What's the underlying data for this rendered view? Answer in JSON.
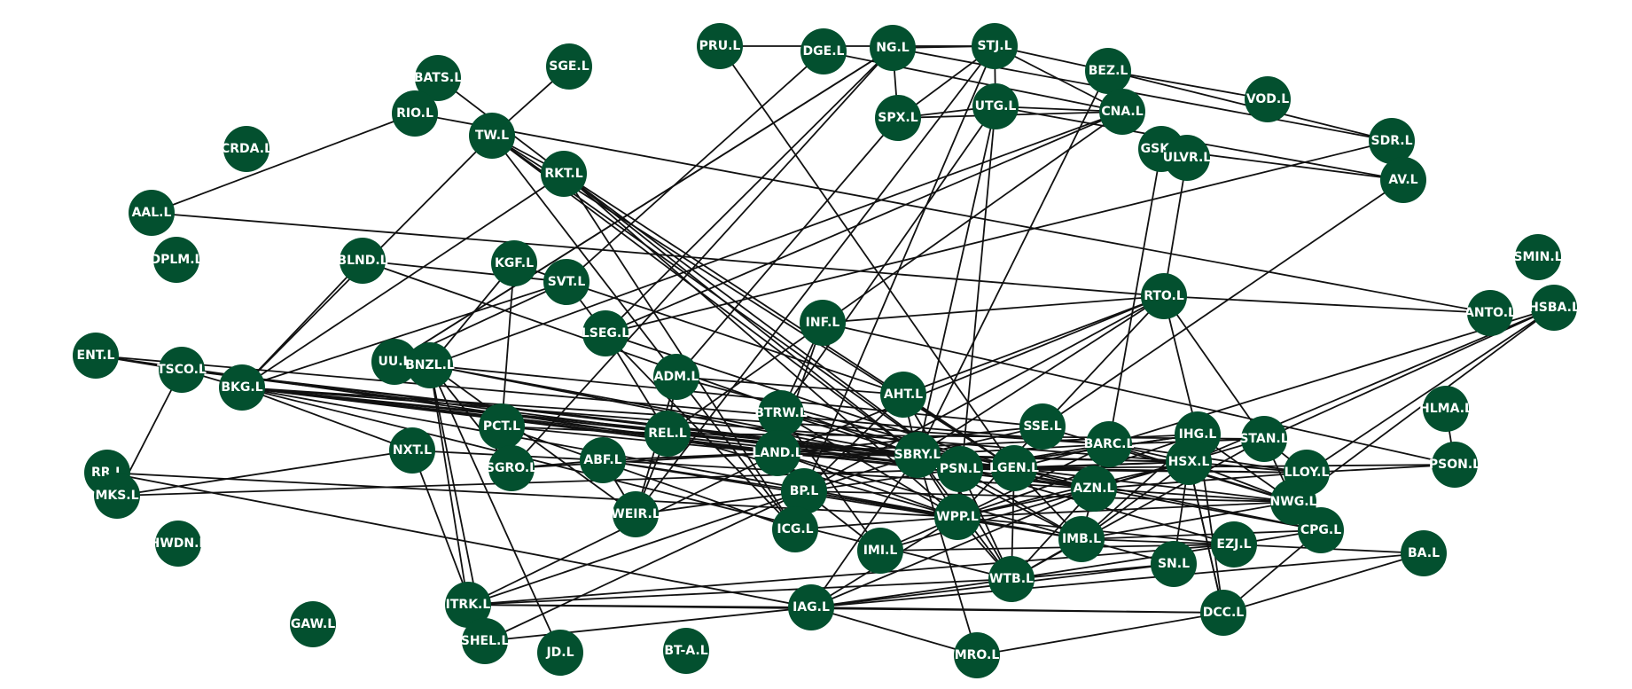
{
  "graph": {
    "node_color": "#03502f",
    "edge_color": "#111111",
    "label_color": "#ffffff",
    "nodes": [
      "PRU.L",
      "DGE.L",
      "NG.L",
      "STJ.L",
      "BEZ.L",
      "VOD.L",
      "SGE.L",
      "BATS.L",
      "RIO.L",
      "TW.L",
      "SPX.L",
      "UTG.L",
      "CNA.L",
      "GSK.L",
      "ULVR.L",
      "SDR.L",
      "AV.L",
      "CRDA.L",
      "RKT.L",
      "AAL.L",
      "DPLM.L",
      "BLND.L",
      "KGF.L",
      "SVT.L",
      "SMIN.L",
      "RTO.L",
      "ANTO.L",
      "HSBA.L",
      "INF.L",
      "LSEG.L",
      "ENT.L",
      "TSCO.L",
      "UU.L",
      "BNZL.L",
      "BKG.L",
      "ADM.L",
      "AHT.L",
      "BTRW.L",
      "HLMA.L",
      "SSE.L",
      "PCT.L",
      "IHG.L",
      "STAN.L",
      "BARC.L",
      "NXT.L",
      "REL.L",
      "LAND.L",
      "SBRY.L",
      "PSN.L",
      "LGEN.L",
      "HSX.L",
      "LLOY.L",
      "PSON.L",
      "RR.L",
      "SGRO.L",
      "ABF.L",
      "AZN.L",
      "MKS.L",
      "BP.L",
      "NWG.L",
      "WEIR.L",
      "WPP.L",
      "CPG.L",
      "ICG.L",
      "IMI.L",
      "IMB.L",
      "EZJ.L",
      "HWDN.L",
      "BA.L",
      "SN.L",
      "WTB.L",
      "ITRK.L",
      "IAG.L",
      "DCC.L",
      "GAW.L",
      "SHEL.L",
      "JD.L",
      "BT-A.L",
      "MRO.L"
    ],
    "edges": [
      [
        "PRU.L",
        "STJ.L"
      ],
      [
        "PRU.L",
        "LGEN.L"
      ],
      [
        "DGE.L",
        "CNA.L"
      ],
      [
        "DGE.L",
        "SVT.L"
      ],
      [
        "NG.L",
        "STJ.L"
      ],
      [
        "NG.L",
        "SPX.L"
      ],
      [
        "NG.L",
        "SDR.L"
      ],
      [
        "NG.L",
        "SGRO.L"
      ],
      [
        "NG.L",
        "LSEG.L"
      ],
      [
        "NG.L",
        "UU.L"
      ],
      [
        "STJ.L",
        "SPX.L"
      ],
      [
        "STJ.L",
        "UTG.L"
      ],
      [
        "STJ.L",
        "CNA.L"
      ],
      [
        "STJ.L",
        "BEZ.L"
      ],
      [
        "STJ.L",
        "BP.L"
      ],
      [
        "STJ.L",
        "WEIR.L"
      ],
      [
        "BEZ.L",
        "VOD.L"
      ],
      [
        "BEZ.L",
        "SDR.L"
      ],
      [
        "BEZ.L",
        "SBRY.L"
      ],
      [
        "SPX.L",
        "UTG.L"
      ],
      [
        "SPX.L",
        "CNA.L"
      ],
      [
        "SPX.L",
        "ADM.L"
      ],
      [
        "UTG.L",
        "CNA.L"
      ],
      [
        "UTG.L",
        "AV.L"
      ],
      [
        "UTG.L",
        "SBRY.L"
      ],
      [
        "UTG.L",
        "WPP.L"
      ],
      [
        "UTG.L",
        "BTRW.L"
      ],
      [
        "CNA.L",
        "BNZL.L"
      ],
      [
        "CNA.L",
        "LSEG.L"
      ],
      [
        "CNA.L",
        "REL.L"
      ],
      [
        "GSK.L",
        "ULVR.L"
      ],
      [
        "GSK.L",
        "AV.L"
      ],
      [
        "GSK.L",
        "BARC.L"
      ],
      [
        "ULVR.L",
        "RTO.L"
      ],
      [
        "SDR.L",
        "AV.L"
      ],
      [
        "SDR.L",
        "LSEG.L"
      ],
      [
        "AV.L",
        "SSE.L"
      ],
      [
        "SGE.L",
        "TW.L"
      ],
      [
        "BATS.L",
        "RIO.L"
      ],
      [
        "BATS.L",
        "RKT.L"
      ],
      [
        "RIO.L",
        "AAL.L"
      ],
      [
        "RIO.L",
        "ANTO.L"
      ],
      [
        "TW.L",
        "RKT.L"
      ],
      [
        "TW.L",
        "BKG.L"
      ],
      [
        "TW.L",
        "SBRY.L"
      ],
      [
        "TW.L",
        "LGEN.L"
      ],
      [
        "TW.L",
        "PSN.L"
      ],
      [
        "RKT.L",
        "BKG.L"
      ],
      [
        "RKT.L",
        "LGEN.L"
      ],
      [
        "RKT.L",
        "SBRY.L"
      ],
      [
        "RKT.L",
        "WPP.L"
      ],
      [
        "RKT.L",
        "PSN.L"
      ],
      [
        "AAL.L",
        "RTO.L"
      ],
      [
        "BLND.L",
        "SVT.L"
      ],
      [
        "BLND.L",
        "BKG.L"
      ],
      [
        "BLND.L",
        "SBRY.L"
      ],
      [
        "KGF.L",
        "SVT.L"
      ],
      [
        "KGF.L",
        "BNZL.L"
      ],
      [
        "KGF.L",
        "PCT.L"
      ],
      [
        "SVT.L",
        "LSEG.L"
      ],
      [
        "SVT.L",
        "AHT.L"
      ],
      [
        "SVT.L",
        "BKG.L"
      ],
      [
        "RTO.L",
        "ANTO.L"
      ],
      [
        "RTO.L",
        "IHG.L"
      ],
      [
        "RTO.L",
        "STAN.L"
      ],
      [
        "RTO.L",
        "WPP.L"
      ],
      [
        "RTO.L",
        "LAND.L"
      ],
      [
        "RTO.L",
        "BP.L"
      ],
      [
        "RTO.L",
        "SBRY.L"
      ],
      [
        "HSBA.L",
        "BARC.L"
      ],
      [
        "HSBA.L",
        "LLOY.L"
      ],
      [
        "HSBA.L",
        "NWG.L"
      ],
      [
        "HSBA.L",
        "STAN.L"
      ],
      [
        "HSBA.L",
        "HSX.L"
      ],
      [
        "INF.L",
        "RTO.L"
      ],
      [
        "INF.L",
        "LAND.L"
      ],
      [
        "INF.L",
        "PSON.L"
      ],
      [
        "INF.L",
        "BTRW.L"
      ],
      [
        "LSEG.L",
        "LGEN.L"
      ],
      [
        "LSEG.L",
        "REL.L"
      ],
      [
        "LSEG.L",
        "ICG.L"
      ],
      [
        "ENT.L",
        "TSCO.L"
      ],
      [
        "ENT.L",
        "LAND.L"
      ],
      [
        "ENT.L",
        "BARC.L"
      ],
      [
        "TSCO.L",
        "MKS.L"
      ],
      [
        "TSCO.L",
        "SBRY.L"
      ],
      [
        "TSCO.L",
        "BKG.L"
      ],
      [
        "TSCO.L",
        "LGEN.L"
      ],
      [
        "TSCO.L",
        "PSN.L"
      ],
      [
        "UU.L",
        "SVT.L"
      ],
      [
        "UU.L",
        "SSE.L"
      ],
      [
        "UU.L",
        "NG.L"
      ],
      [
        "BNZL.L",
        "ITRK.L"
      ],
      [
        "BNZL.L",
        "WEIR.L"
      ],
      [
        "BNZL.L",
        "SGRO.L"
      ],
      [
        "BNZL.L",
        "AZN.L"
      ],
      [
        "BNZL.L",
        "PSN.L"
      ],
      [
        "BKG.L",
        "LAND.L"
      ],
      [
        "BKG.L",
        "BARC.L"
      ],
      [
        "BKG.L",
        "AZN.L"
      ],
      [
        "BKG.L",
        "LGEN.L"
      ],
      [
        "BKG.L",
        "PSN.L"
      ],
      [
        "BKG.L",
        "WTB.L"
      ],
      [
        "BKG.L",
        "HSX.L"
      ],
      [
        "BKG.L",
        "IMB.L"
      ],
      [
        "BKG.L",
        "SBRY.L"
      ],
      [
        "BKG.L",
        "NXT.L"
      ],
      [
        "ADM.L",
        "AHT.L"
      ],
      [
        "ADM.L",
        "REL.L"
      ],
      [
        "ADM.L",
        "LGEN.L"
      ],
      [
        "ADM.L",
        "WEIR.L"
      ],
      [
        "AHT.L",
        "RTO.L"
      ],
      [
        "AHT.L",
        "BP.L"
      ],
      [
        "AHT.L",
        "SBRY.L"
      ],
      [
        "AHT.L",
        "LGEN.L"
      ],
      [
        "AHT.L",
        "WTB.L"
      ],
      [
        "BTRW.L",
        "LGEN.L"
      ],
      [
        "BTRW.L",
        "WPP.L"
      ],
      [
        "BTRW.L",
        "SBRY.L"
      ],
      [
        "BTRW.L",
        "IMI.L"
      ],
      [
        "HLMA.L",
        "PSON.L"
      ],
      [
        "SSE.L",
        "SBRY.L"
      ],
      [
        "SSE.L",
        "LAND.L"
      ],
      [
        "SSE.L",
        "NWG.L"
      ],
      [
        "PCT.L",
        "LAND.L"
      ],
      [
        "PCT.L",
        "SGRO.L"
      ],
      [
        "PCT.L",
        "ICG.L"
      ],
      [
        "PCT.L",
        "REL.L"
      ],
      [
        "IHG.L",
        "ABF.L"
      ],
      [
        "IHG.L",
        "BP.L"
      ],
      [
        "IHG.L",
        "IMB.L"
      ],
      [
        "IHG.L",
        "WPP.L"
      ],
      [
        "IHG.L",
        "PSN.L"
      ],
      [
        "IHG.L",
        "NWG.L"
      ],
      [
        "STAN.L",
        "LLOY.L"
      ],
      [
        "STAN.L",
        "NWG.L"
      ],
      [
        "STAN.L",
        "BARC.L"
      ],
      [
        "STAN.L",
        "WTB.L"
      ],
      [
        "STAN.L",
        "REL.L"
      ],
      [
        "BARC.L",
        "LLOY.L"
      ],
      [
        "BARC.L",
        "NWG.L"
      ],
      [
        "BARC.L",
        "HSX.L"
      ],
      [
        "BARC.L",
        "LGEN.L"
      ],
      [
        "BARC.L",
        "PSN.L"
      ],
      [
        "BARC.L",
        "SBRY.L"
      ],
      [
        "BARC.L",
        "WPP.L"
      ],
      [
        "BARC.L",
        "AZN.L"
      ],
      [
        "NXT.L",
        "MKS.L"
      ],
      [
        "NXT.L",
        "SHEL.L"
      ],
      [
        "NXT.L",
        "ABF.L"
      ],
      [
        "REL.L",
        "SBRY.L"
      ],
      [
        "REL.L",
        "WEIR.L"
      ],
      [
        "REL.L",
        "LGEN.L"
      ],
      [
        "REL.L",
        "WPP.L"
      ],
      [
        "LAND.L",
        "SBRY.L"
      ],
      [
        "LAND.L",
        "LGEN.L"
      ],
      [
        "LAND.L",
        "PSN.L"
      ],
      [
        "LAND.L",
        "WPP.L"
      ],
      [
        "LAND.L",
        "HSX.L"
      ],
      [
        "LAND.L",
        "IMB.L"
      ],
      [
        "LAND.L",
        "BP.L"
      ],
      [
        "LAND.L",
        "ITRK.L"
      ],
      [
        "SBRY.L",
        "LGEN.L"
      ],
      [
        "SBRY.L",
        "PSN.L"
      ],
      [
        "SBRY.L",
        "WPP.L"
      ],
      [
        "SBRY.L",
        "IMB.L"
      ],
      [
        "SBRY.L",
        "HSX.L"
      ],
      [
        "SBRY.L",
        "BP.L"
      ],
      [
        "SBRY.L",
        "CPG.L"
      ],
      [
        "SBRY.L",
        "EZJ.L"
      ],
      [
        "SBRY.L",
        "WTB.L"
      ],
      [
        "SBRY.L",
        "IAG.L"
      ],
      [
        "PSN.L",
        "LGEN.L"
      ],
      [
        "PSN.L",
        "WPP.L"
      ],
      [
        "PSN.L",
        "HSX.L"
      ],
      [
        "PSN.L",
        "AZN.L"
      ],
      [
        "PSN.L",
        "IMB.L"
      ],
      [
        "PSN.L",
        "WTB.L"
      ],
      [
        "PSN.L",
        "LLOY.L"
      ],
      [
        "LGEN.L",
        "HSX.L"
      ],
      [
        "LGEN.L",
        "AZN.L"
      ],
      [
        "LGEN.L",
        "LLOY.L"
      ],
      [
        "LGEN.L",
        "NWG.L"
      ],
      [
        "LGEN.L",
        "IMB.L"
      ],
      [
        "LGEN.L",
        "WTB.L"
      ],
      [
        "LGEN.L",
        "CPG.L"
      ],
      [
        "LGEN.L",
        "PSON.L"
      ],
      [
        "HSX.L",
        "AZN.L"
      ],
      [
        "HSX.L",
        "LLOY.L"
      ],
      [
        "HSX.L",
        "NWG.L"
      ],
      [
        "HSX.L",
        "DCC.L"
      ],
      [
        "HSX.L",
        "SN.L"
      ],
      [
        "HSX.L",
        "IMB.L"
      ],
      [
        "HSX.L",
        "WPP.L"
      ],
      [
        "LLOY.L",
        "NWG.L"
      ],
      [
        "LLOY.L",
        "CPG.L"
      ],
      [
        "LLOY.L",
        "PSON.L"
      ],
      [
        "LLOY.L",
        "AZN.L"
      ],
      [
        "RR.L",
        "MKS.L"
      ],
      [
        "RR.L",
        "IAG.L"
      ],
      [
        "RR.L",
        "WPP.L"
      ],
      [
        "SGRO.L",
        "ABF.L"
      ],
      [
        "SGRO.L",
        "LAND.L"
      ],
      [
        "ABF.L",
        "LAND.L"
      ],
      [
        "ABF.L",
        "WEIR.L"
      ],
      [
        "ABF.L",
        "BP.L"
      ],
      [
        "ABF.L",
        "AZN.L"
      ],
      [
        "ABF.L",
        "IMB.L"
      ],
      [
        "AZN.L",
        "NWG.L"
      ],
      [
        "AZN.L",
        "IMB.L"
      ],
      [
        "AZN.L",
        "WPP.L"
      ],
      [
        "AZN.L",
        "IAG.L"
      ],
      [
        "AZN.L",
        "WTB.L"
      ],
      [
        "MKS.L",
        "PSN.L"
      ],
      [
        "BP.L",
        "WPP.L"
      ],
      [
        "BP.L",
        "IMI.L"
      ],
      [
        "BP.L",
        "ITRK.L"
      ],
      [
        "BP.L",
        "SHEL.L"
      ],
      [
        "BP.L",
        "IMB.L"
      ],
      [
        "BP.L",
        "WEIR.L"
      ],
      [
        "BP.L",
        "NWG.L"
      ],
      [
        "NWG.L",
        "CPG.L"
      ],
      [
        "NWG.L",
        "IMB.L"
      ],
      [
        "NWG.L",
        "WPP.L"
      ],
      [
        "WPP.L",
        "IMB.L"
      ],
      [
        "WPP.L",
        "WTB.L"
      ],
      [
        "WPP.L",
        "IAG.L"
      ],
      [
        "WPP.L",
        "ICG.L"
      ],
      [
        "WPP.L",
        "IMI.L"
      ],
      [
        "WPP.L",
        "EZJ.L"
      ],
      [
        "CPG.L",
        "EZJ.L"
      ],
      [
        "CPG.L",
        "DCC.L"
      ],
      [
        "CPG.L",
        "IMB.L"
      ],
      [
        "ICG.L",
        "RKT.L"
      ],
      [
        "ICG.L",
        "TW.L"
      ],
      [
        "IMI.L",
        "STAN.L"
      ],
      [
        "IMI.L",
        "EZJ.L"
      ],
      [
        "IMB.L",
        "EZJ.L"
      ],
      [
        "IMB.L",
        "SN.L"
      ],
      [
        "IMB.L",
        "WTB.L"
      ],
      [
        "EZJ.L",
        "BA.L"
      ],
      [
        "EZJ.L",
        "WTB.L"
      ],
      [
        "BA.L",
        "IAG.L"
      ],
      [
        "BA.L",
        "DCC.L"
      ],
      [
        "SN.L",
        "IAG.L"
      ],
      [
        "SN.L",
        "WTB.L"
      ],
      [
        "WTB.L",
        "ITRK.L"
      ],
      [
        "WTB.L",
        "IAG.L"
      ],
      [
        "ITRK.L",
        "IAG.L"
      ],
      [
        "ITRK.L",
        "SHEL.L"
      ],
      [
        "ITRK.L",
        "EZJ.L"
      ],
      [
        "ITRK.L",
        "DCC.L"
      ],
      [
        "IAG.L",
        "DCC.L"
      ],
      [
        "IAG.L",
        "MRO.L"
      ],
      [
        "IAG.L",
        "SHEL.L"
      ],
      [
        "DCC.L",
        "MRO.L"
      ],
      [
        "DCC.L",
        "HSX.L"
      ],
      [
        "DCC.L",
        "IHG.L"
      ],
      [
        "SHEL.L",
        "BNZL.L"
      ],
      [
        "JD.L",
        "BNZL.L"
      ],
      [
        "MRO.L",
        "SBRY.L"
      ]
    ]
  }
}
